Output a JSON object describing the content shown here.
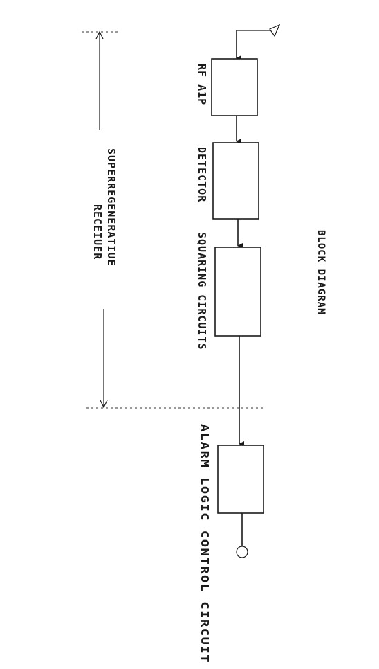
{
  "diagram": {
    "title": "BLOCK DIAGRAM",
    "blocks": {
      "rf_amp": "RF A1P",
      "detector": "DETECTOR",
      "squaring": "SQUARING CIRCUITS",
      "alarm_logic": "ALARM LOGIC CONTROL CIRCUIT"
    },
    "receiver_label": {
      "line1": "SUPERREGENERATIUE",
      "line2": "RECEIUER"
    }
  }
}
